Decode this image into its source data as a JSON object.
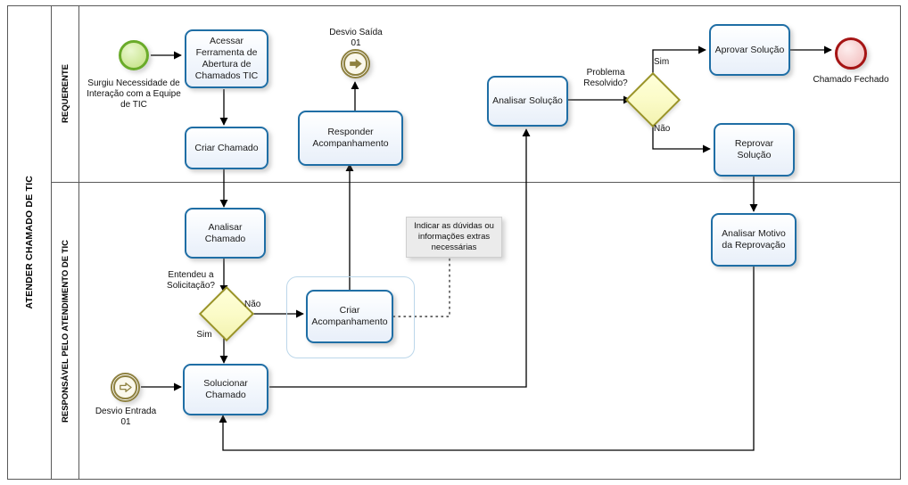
{
  "pool": {
    "title": "ATENDER CHAMADO DE TIC",
    "lanes": [
      {
        "id": "requerente",
        "label": "REQUERENTE"
      },
      {
        "id": "responsavel",
        "label": "RESPONSÁVEL PELO ATENDIMENTO DE TIC"
      }
    ]
  },
  "colors": {
    "task_border": "#1f6ea5",
    "start_event": "#6aab2a",
    "end_event": "#a51414",
    "gateway": "#9a9428",
    "link_event": "#8e8140",
    "lane_border": "#595959",
    "subprocess_frame": "#bcd7ea",
    "note_fill": "#ebebeb"
  },
  "events": {
    "start": {
      "name": "start-event",
      "label": "Surgiu Necessidade de Interação com a Equipe de TIC"
    },
    "link_throw": {
      "name": "link-throw-event",
      "label": "Desvio Saída\n01"
    },
    "link_catch": {
      "name": "link-catch-event",
      "label": "Desvio Entrada\n01"
    },
    "end": {
      "name": "end-event",
      "label": "Chamado Fechado"
    }
  },
  "tasks": [
    {
      "id": "acessar-ferramenta",
      "label": "Acessar Ferramenta de Abertura de Chamados TIC",
      "lane": "requerente"
    },
    {
      "id": "criar-chamado",
      "label": "Criar Chamado",
      "lane": "requerente"
    },
    {
      "id": "responder-acompanhamento",
      "label": "Responder Acompanhamento",
      "lane": "requerente"
    },
    {
      "id": "analisar-solucao",
      "label": "Analisar Solução",
      "lane": "requerente"
    },
    {
      "id": "aprovar-solucao",
      "label": "Aprovar Solução",
      "lane": "requerente"
    },
    {
      "id": "reprovar-solucao",
      "label": "Reprovar Solução",
      "lane": "requerente"
    },
    {
      "id": "analisar-chamado",
      "label": "Analisar Chamado",
      "lane": "responsavel"
    },
    {
      "id": "criar-acompanhamento",
      "label": "Criar Acompanhamento",
      "lane": "responsavel"
    },
    {
      "id": "solucionar-chamado",
      "label": "Solucionar Chamado",
      "lane": "responsavel"
    },
    {
      "id": "analisar-motivo",
      "label": "Analisar Motivo da Reprovação",
      "lane": "responsavel"
    }
  ],
  "gateways": [
    {
      "id": "entendeu-solicitacao",
      "label": "Entendeu a Solicitação?",
      "outputs": [
        "Não",
        "Sim"
      ]
    },
    {
      "id": "problema-resolvido",
      "label": "Problema Resolvido?",
      "outputs": [
        "Sim",
        "Não"
      ]
    }
  ],
  "flow_labels": {
    "nao_entendeu": "Não",
    "sim_entendeu": "Sim",
    "sim_resolvido": "Sim",
    "nao_resolvido": "Não"
  },
  "annotation": {
    "id": "nota-criar-acompanhamento",
    "text": "Indicar as dúvidas ou informações extras necessárias"
  }
}
